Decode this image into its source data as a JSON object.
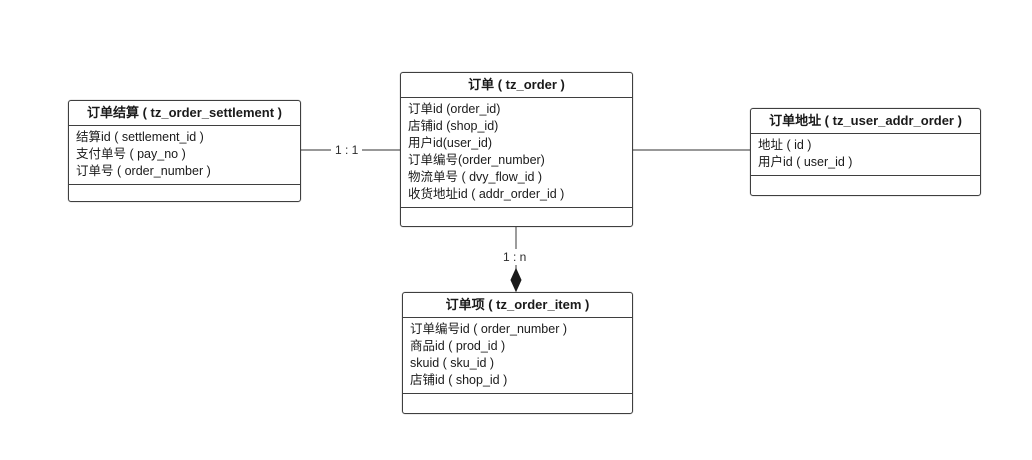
{
  "diagram": {
    "entities": {
      "settlement": {
        "title": "订单结算 ( tz_order_settlement )",
        "fields": [
          "结算id ( settlement_id )",
          "支付单号 ( pay_no )",
          "订单号 ( order_number )"
        ]
      },
      "order": {
        "title": "订单 ( tz_order )",
        "fields": [
          "订单id (order_id)",
          "店铺id (shop_id)",
          "用户id(user_id)",
          "订单编号(order_number)",
          "物流单号 ( dvy_flow_id )",
          "收货地址id ( addr_order_id )"
        ]
      },
      "addr": {
        "title": "订单地址 ( tz_user_addr_order )",
        "fields": [
          "地址 ( id )",
          "用户id ( user_id )"
        ]
      },
      "item": {
        "title": "订单项 ( tz_order_item )",
        "fields": [
          "订单编号id ( order_number )",
          "商品id ( prod_id )",
          "skuid ( sku_id )",
          "店铺id ( shop_id )"
        ]
      }
    },
    "relations": {
      "settlement_order_label": "1 : 1",
      "order_item_label": "1 : n"
    }
  }
}
